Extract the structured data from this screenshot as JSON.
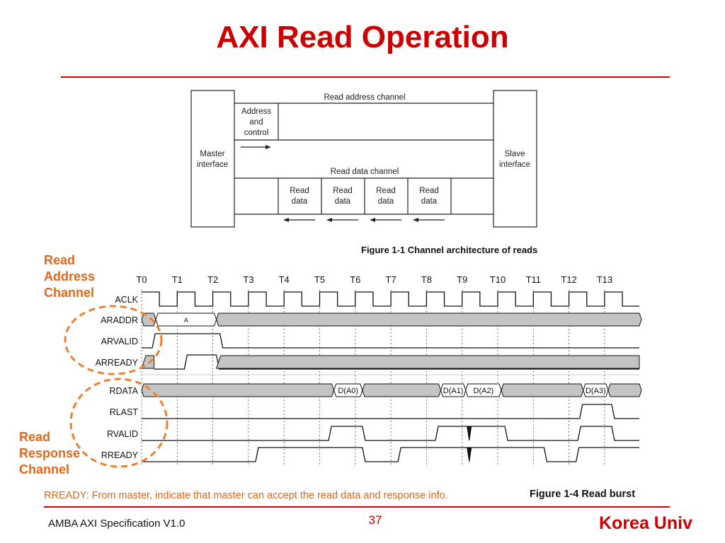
{
  "slide": {
    "title": "AXI Read Operation",
    "footer_left": "AMBA AXI Specification V1.0",
    "page_number": "37",
    "footer_right": "Korea Univ",
    "note": "RREADY: From master, indicate that master can accept the read data and response info.",
    "accent_color": "#cc0000",
    "label_color": "#e0671a"
  },
  "architecture": {
    "master_label": [
      "Master",
      "interface"
    ],
    "slave_label": [
      "Slave",
      "interface"
    ],
    "address_channel_label": "Read address channel",
    "address_box_label": [
      "Address",
      "and",
      "control"
    ],
    "data_channel_label": "Read data channel",
    "data_box_label": [
      "Read",
      "data"
    ],
    "caption": "Figure 1-1 Channel architecture of reads"
  },
  "timing": {
    "caption": "Figure 1-4 Read burst",
    "clock_labels": [
      "T0",
      "T1",
      "T2",
      "T3",
      "T4",
      "T5",
      "T6",
      "T7",
      "T8",
      "T9",
      "T10",
      "T11",
      "T12",
      "T13"
    ],
    "signals": [
      "ACLK",
      "ARADDR",
      "ARVALID",
      "ARREADY",
      "RDATA",
      "RLAST",
      "RVALID",
      "RREADY"
    ],
    "araddr_value": "A",
    "rdata_values": [
      "D(A0)",
      "D(A1)",
      "D(A2)",
      "D(A3)"
    ],
    "group_labels": {
      "address": [
        "Read",
        "Address",
        "Channel"
      ],
      "response": [
        "Read",
        "Response",
        "Channel"
      ]
    }
  }
}
